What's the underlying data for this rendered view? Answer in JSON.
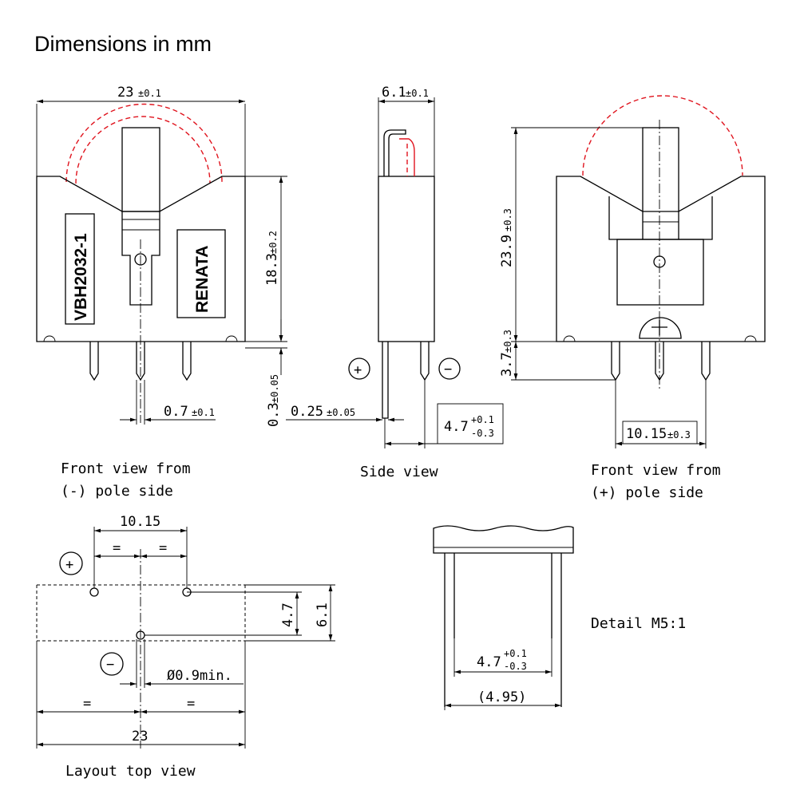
{
  "title": "Dimensions in mm",
  "views": {
    "front_minus": {
      "caption_line1": "Front view from",
      "caption_line2": "(-) pole side",
      "label_part": "VBH2032-1",
      "label_brand": "RENATA",
      "dim_width": "23",
      "dim_width_tol": "±0.1",
      "dim_height": "18.3",
      "dim_height_tol": "±0.2",
      "dim_pin": "0.7",
      "dim_pin_tol": "±0.1",
      "dim_base": "0.3",
      "dim_base_tol": "±0.05"
    },
    "side": {
      "caption": "Side view",
      "dim_width": "6.1",
      "dim_width_tol": "±0.1",
      "dim_pin": "0.25",
      "dim_pin_tol": "±0.05",
      "dim_spacing": "4.7",
      "dim_spacing_tol_plus": "+0.1",
      "dim_spacing_tol_minus": "-0.3",
      "plus_symbol": "+",
      "minus_symbol": "−"
    },
    "front_plus": {
      "caption_line1": "Front view from",
      "caption_line2": "(+) pole side",
      "dim_height": "23.9",
      "dim_height_tol": "±0.3",
      "dim_pin_len": "3.7",
      "dim_pin_len_tol": "±0.3",
      "dim_pitch": "10.15",
      "dim_pitch_tol": "±0.3"
    },
    "layout": {
      "caption": "Layout top view",
      "dim_pitch": "10.15",
      "equal_sign": "=",
      "dim_row": "4.7",
      "dim_total_depth": "6.1",
      "dim_hole": "Ø0.9min.",
      "dim_width": "23",
      "plus_symbol": "+",
      "minus_symbol": "−"
    },
    "detail": {
      "caption": "Detail  M5:1",
      "dim_inner": "4.7",
      "dim_inner_tol_plus": "+0.1",
      "dim_inner_tol_minus": "-0.3",
      "dim_outer": "(4.95)"
    }
  },
  "colors": {
    "line": "#000000",
    "battery_outline": "#e0141e",
    "background": "#ffffff"
  }
}
